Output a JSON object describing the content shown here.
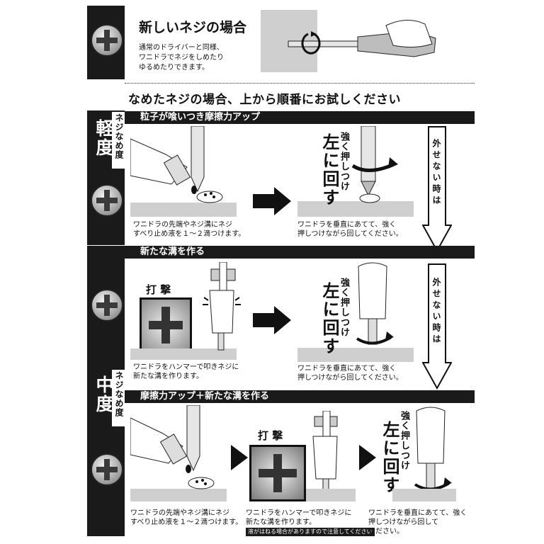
{
  "top": {
    "title": "新しいネジの場合",
    "desc_lines": [
      "通常のドライバーと同様、",
      "ワニドラでネジをしめたり",
      "ゆるめたりできます。"
    ]
  },
  "heading": "なめたネジの場合、上から順番にお試しください",
  "level_light": {
    "big": "軽度",
    "small": "ネジなめ度"
  },
  "level_medium": {
    "big": "中度",
    "small": "ネジなめ度"
  },
  "step1": {
    "bar": "粒子が喰いつき摩擦力アップ",
    "cap_left": [
      "ワニドラの先端やネジ溝にネジ",
      "すべり止め液を１〜２滴つけます。"
    ],
    "push_big": "左に回す",
    "push_small": "強く押しつけ",
    "cap_right": [
      "ワニドラを垂直にあてて、強く",
      "押しつけながら回してください。"
    ]
  },
  "step2": {
    "bar": "新たな溝を作る",
    "strike": "打 撃",
    "cap_left": [
      "ワニドラをハンマーで叩きネジに",
      "新たな溝を作ります。"
    ],
    "push_big": "左に回す",
    "push_small": "強く押しつけ",
    "cap_right": [
      "ワニドラを垂直にあてて、強く",
      "押しつけながら回してください。"
    ]
  },
  "step3": {
    "bar": "摩擦力アップ＋新たな溝を作る",
    "cap_left": [
      "ワニドラの先端やネジ溝にネジ",
      "すべり止め液を１〜２滴つけます。"
    ],
    "strike": "打 撃",
    "cap_mid": [
      "ワニドラをハンマーで叩きネジに",
      "新たな溝を作ります。"
    ],
    "note": "液がはねる場合がありますので注意してください",
    "push_big": "左に回す",
    "push_small": "強く押しつけ",
    "cap_right": [
      "ワニドラを垂直にあてて、強く",
      "押しつけながら回して",
      "ください。"
    ]
  },
  "side_arrow_1": "外せない時は",
  "side_arrow_2": "外せない時は"
}
